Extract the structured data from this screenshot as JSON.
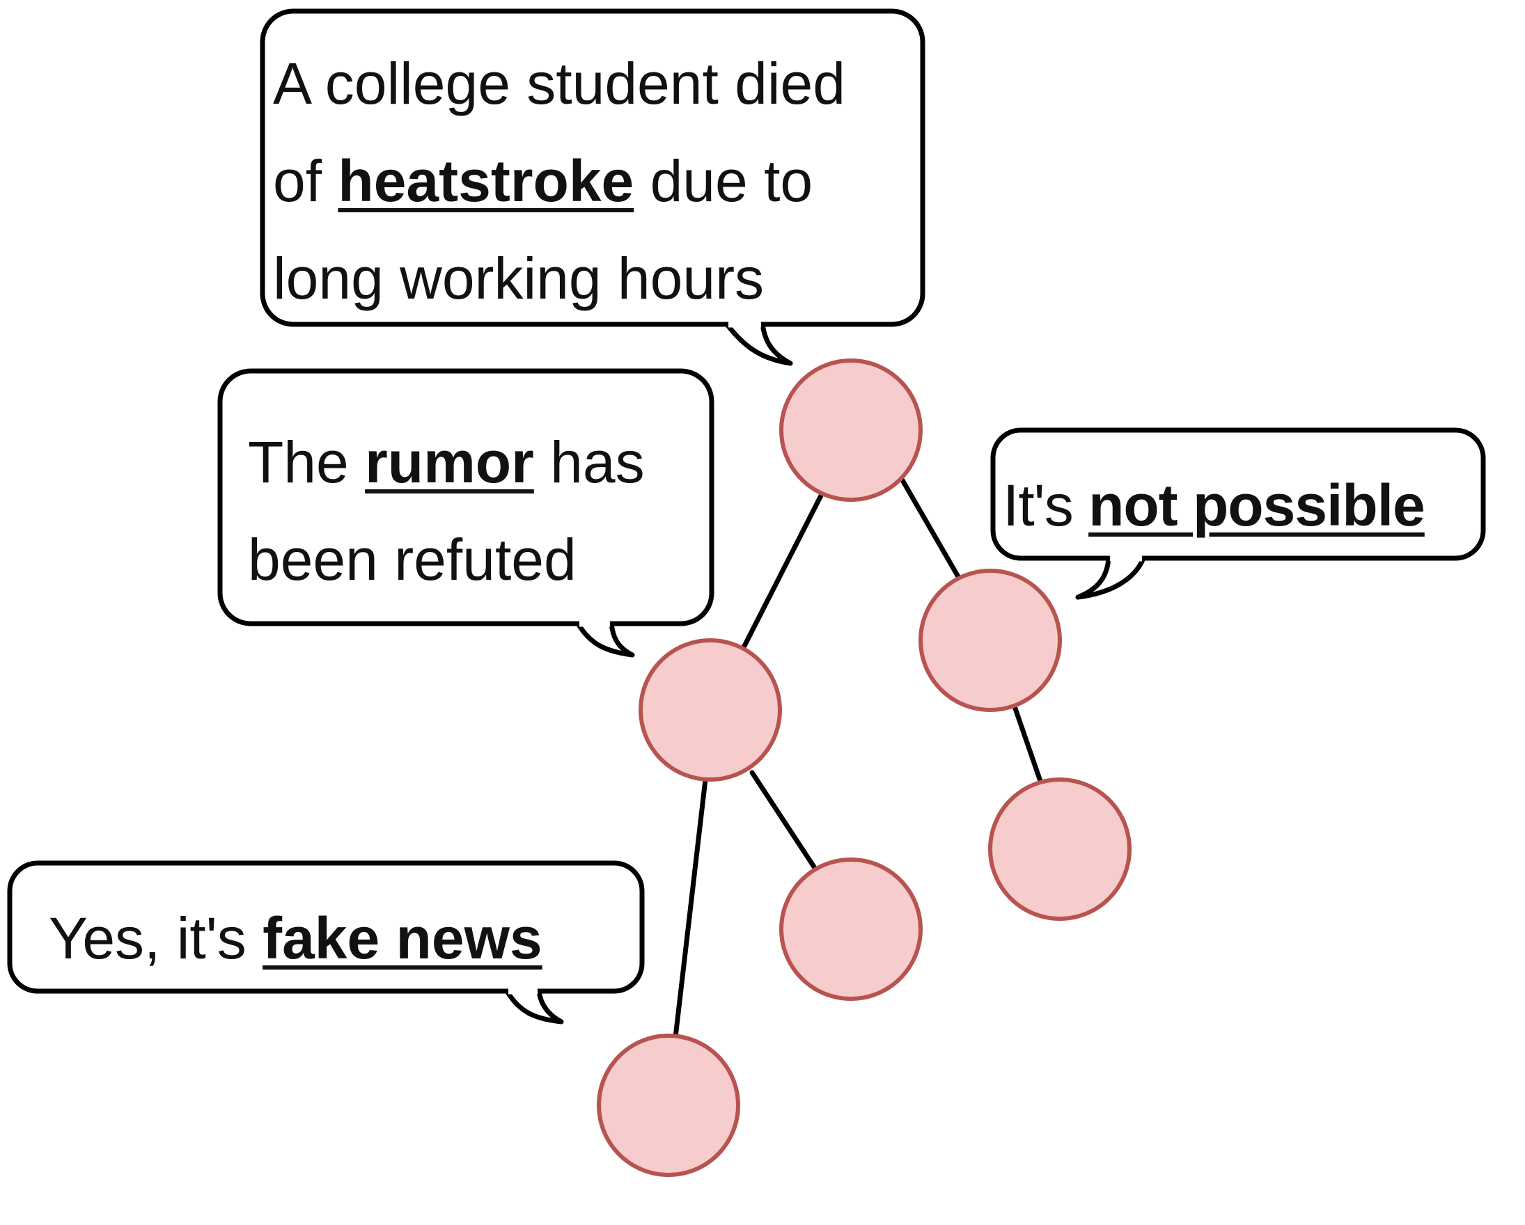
{
  "diagram": {
    "colors": {
      "node_fill": "#f7cccc",
      "node_stroke": "#b85450",
      "edge": "#000000",
      "bubble_stroke": "#000000",
      "bubble_fill": "#ffffff"
    },
    "bubbles": {
      "top": {
        "line1": "A college student died",
        "line2_pre": "of ",
        "line2_bold": "heatstroke",
        "line2_post": " due to",
        "line3": "long working hours"
      },
      "rumor": {
        "line1_pre": "The ",
        "line1_bold": "rumor",
        "line1_post": " has",
        "line2": "been refuted"
      },
      "possible": {
        "pre": "It's ",
        "bold": "not possible"
      },
      "fake": {
        "pre": "Yes, it's ",
        "bold": "fake news"
      }
    }
  }
}
